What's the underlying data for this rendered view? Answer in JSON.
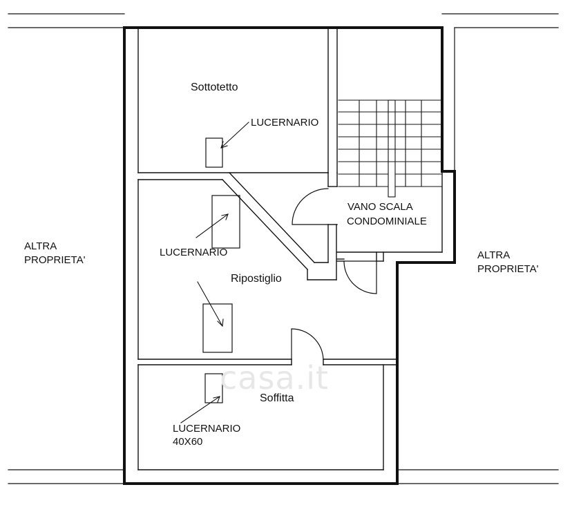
{
  "watermark": "casa.it",
  "rooms": {
    "sottotetto": "Sottotetto",
    "ripostiglio": "Ripostiglio",
    "soffitta": "Soffitta",
    "vano_scala_line1": "VANO SCALA",
    "vano_scala_line2": "CONDOMINIALE"
  },
  "skylights": {
    "top": "LUCERNARIO",
    "middle": "LUCERNARIO",
    "bottom": "LUCERNARIO",
    "bottom_size": "40X60"
  },
  "neighbors": {
    "left_line1": "ALTRA",
    "left_line2": "PROPRIETA'",
    "right_line1": "ALTRA",
    "right_line2": "PROPRIETA'"
  }
}
